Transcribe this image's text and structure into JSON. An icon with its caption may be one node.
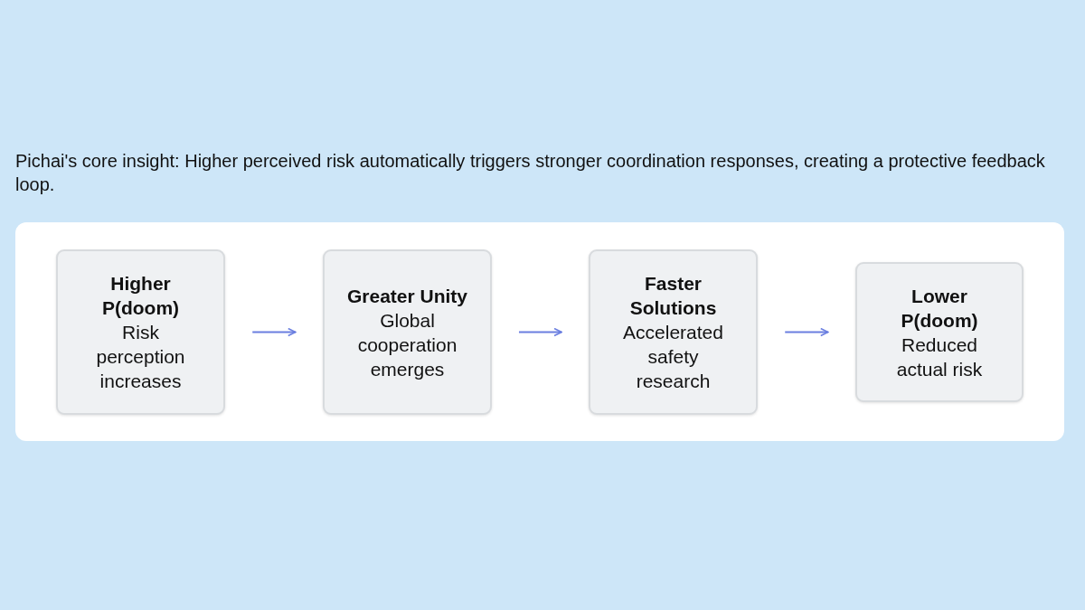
{
  "diagram": {
    "nodes": [
      {
        "text": [],
        "shape": "box"
      },
      {
        "text": [
          "Higher P(doom)",
          "Risk perception increases"
        ],
        "in": 0
      },
      {
        "text": [
          "Greater Unity",
          "Global cooperation emerges"
        ],
        "in": 0
      },
      {
        "text": [
          "Faster Solutions",
          "Accelerated safety research"
        ],
        "in": 0
      },
      {
        "text": [
          "Lower P(doom)",
          "Reduced actual risk"
        ],
        "in": 0
      }
    ],
    "edges": [
      {
        "from": 1,
        "to": 2,
        "arrow": "to"
      },
      {
        "from": 2,
        "to": 3,
        "arrow": "to"
      },
      {
        "from": 3,
        "to": 4,
        "arrow": "to"
      }
    ],
    "labels": [
      "Pichai's core insight: Higher perceived risk automatically triggers stronger coordination responses, creating a protective feedback loop."
    ]
  }
}
